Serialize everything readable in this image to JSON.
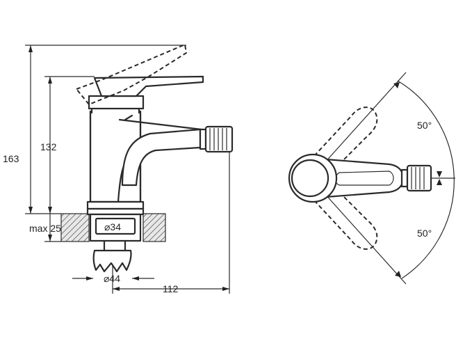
{
  "side_view": {
    "dim_total_height": "163",
    "dim_spout_height": "132",
    "dim_max_thickness": "max 25",
    "dim_hole_diameter": "⌀34",
    "dim_base_diameter": "⌀44",
    "dim_reach": "112"
  },
  "top_view": {
    "angle_upper": "50°",
    "angle_lower": "50°"
  }
}
